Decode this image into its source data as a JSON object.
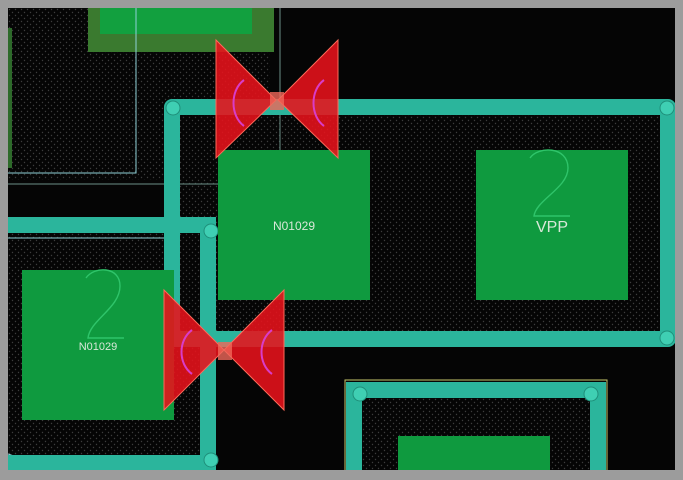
{
  "layout_view": {
    "net_labels": {
      "center_block": "N01029",
      "left_block": "N01029",
      "right_block": "VPP"
    },
    "colors": {
      "background": "#050505",
      "frame": "#9c9c9c",
      "diffusion_green": "#0f9a3f",
      "metal_teal": "#2bb59c",
      "drc_marker_red": "#e8121b",
      "dot_pattern": "#3d3d3d",
      "outline_cyan": "#8fd1d8",
      "glyph_magenta": "#d93cc8"
    },
    "icons": [
      "drc-error-marker-icon",
      "pin-number-glyph-icon",
      "via-icon"
    ]
  }
}
